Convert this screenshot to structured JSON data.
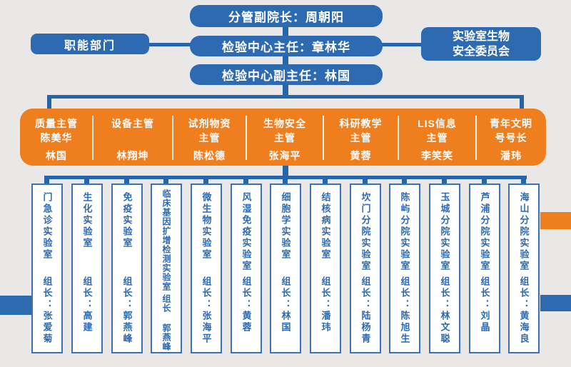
{
  "colors": {
    "blue": "#2e6ab2",
    "orange": "#ef7e1e",
    "background": "#e9e8e6",
    "lab_border": "#3a72b4"
  },
  "top": {
    "vice_president": "分管副院长：周朝阳",
    "director": "检验中心主任：章林华",
    "deputy_director": "检验中心副主任：林国",
    "functional_dept": "职能部门",
    "biosafety_committee_line1": "实验室生物",
    "biosafety_committee_line2": "安全委员会"
  },
  "supervisors": [
    {
      "line1": "质量主管",
      "line2": "陈美华",
      "line3": "林国"
    },
    {
      "line1": "设备主管",
      "line2": "",
      "line3": "林翔坤"
    },
    {
      "line1": "试剂物资",
      "line2": "主管",
      "line3": "陈松德"
    },
    {
      "line1": "生物安全",
      "line2": "主管",
      "line3": "张海平"
    },
    {
      "line1": "科研教学",
      "line2": "主管",
      "line3": "黄蓉"
    },
    {
      "line1": "LIS信息",
      "line2": "主管",
      "line3": "李笑笑"
    },
    {
      "line1": "青年文明",
      "line2": "号号长",
      "line3": "潘玮"
    }
  ],
  "labs": [
    {
      "name": "门急诊实验室",
      "leader": "组长：张爱菊"
    },
    {
      "name": "生化实验室",
      "leader": "组长：高建"
    },
    {
      "name": "免疫实验室",
      "leader": "组长：郭燕峰"
    },
    {
      "name": "临床基因扩增检测实验室",
      "leader": "组长 郭燕峰"
    },
    {
      "name": "微生物实验室",
      "leader": "组长：张海平"
    },
    {
      "name": "风湿免疫实验室",
      "leader": "组长：黄蓉"
    },
    {
      "name": "细胞学实验室",
      "leader": "组长：林国"
    },
    {
      "name": "结核病实验室",
      "leader": "组长：潘玮"
    },
    {
      "name": "坎门分院实验室",
      "leader": "组长：陆杨青"
    },
    {
      "name": "陈屿分院实验室",
      "leader": "组长：陈旭生"
    },
    {
      "name": "玉城分院实验室",
      "leader": "组长：林文聪"
    },
    {
      "name": "芦浦分院实验室",
      "leader": "组长：刘晶"
    },
    {
      "name": "海山分院实验室",
      "leader": "组长：黄海良"
    }
  ]
}
